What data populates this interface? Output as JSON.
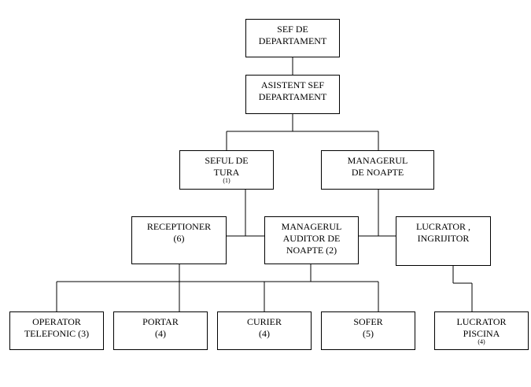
{
  "boxes": {
    "sef_departament": [
      "SEF DE",
      "DEPARTAMENT"
    ],
    "asistent": [
      "ASISTENT SEF",
      "DEPARTAMENT"
    ],
    "seful_tura": [
      "SEFUL DE",
      "TURA",
      "(1)"
    ],
    "manager_noapte": [
      "MANAGERUL",
      "DE NOAPTE"
    ],
    "receptioner": [
      "RECEPTIONER",
      "(6)"
    ],
    "auditor": [
      "MANAGERUL",
      "AUDITOR DE",
      "NOAPTE (2)"
    ],
    "lucrator_ingrijitor": [
      "LUCRATOR ,",
      "INGRIJITOR"
    ],
    "operator": [
      "OPERATOR",
      "TELEFONIC (3)"
    ],
    "portar": [
      "PORTAR",
      "(4)"
    ],
    "curier": [
      "CURIER",
      "(4)"
    ],
    "sofer": [
      "SOFER",
      "(5)"
    ],
    "lucrator_piscina": [
      "LUCRATOR",
      "PISCINA",
      "(4)"
    ]
  }
}
